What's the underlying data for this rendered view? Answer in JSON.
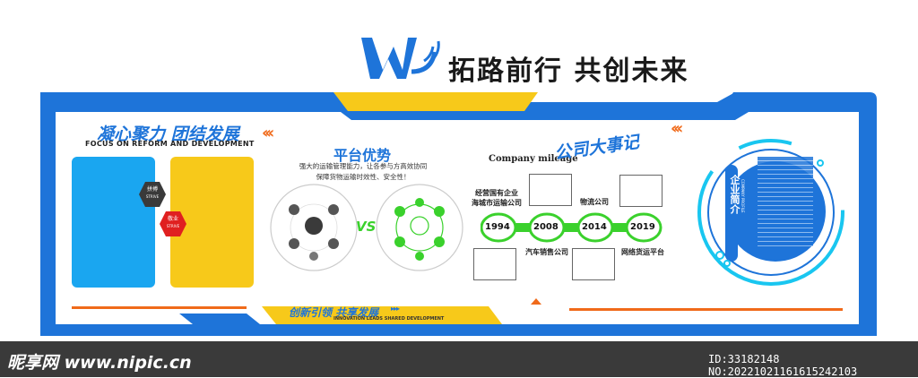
{
  "header": {
    "slogan": "拓路前行 共创未来"
  },
  "left_panel": {
    "title": "凝心聚力 团结发展",
    "subtitle": "FOCUS ON REFORM AND DEVELOPMENT",
    "badge1_cn": "拼搏",
    "badge1_en": "STRIVE",
    "badge2_cn": "敬业",
    "badge2_en": "STRIVE"
  },
  "platform": {
    "title": "平台优势",
    "desc_line1": "强大的运输管理能力，让各参与方高效协同",
    "desc_line2": "保障货物运输时效性、安全性！",
    "vs": "VS"
  },
  "milestones": {
    "title_en": "Company mileage",
    "title_cn": "公司大事记",
    "years": [
      "1994",
      "2008",
      "2014",
      "2019"
    ],
    "event_1994": "经营国有企业\n海城市运输公司",
    "event_2008": "汽车销售公司",
    "event_2014": "物流公司",
    "event_2019": "网络货运平台"
  },
  "profile": {
    "title": "企业简介",
    "title_en": "COMPANY PROFILE"
  },
  "bottom_banner": {
    "title": "创新引领 共享发展",
    "subtitle": "INNOVATION LEADS SHARED DEVELOPMENT"
  },
  "footer": {
    "site": "昵享网 www.nipic.cn",
    "id_text": "ID:33182148 NO:20221021161615242103"
  },
  "colors": {
    "blue": "#1e74d9",
    "light_blue": "#1aa6f0",
    "yellow": "#f7c91a",
    "orange": "#f06a1a",
    "green": "#3ad12c",
    "cyan": "#19c6f0",
    "red": "#e02020"
  }
}
